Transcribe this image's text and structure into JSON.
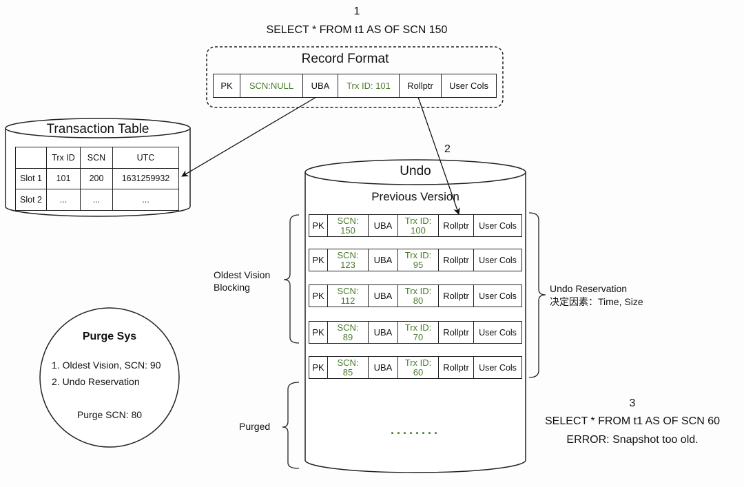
{
  "query1": {
    "step": "1",
    "sql": "SELECT * FROM t1 AS OF SCN 150"
  },
  "record_format": {
    "title": "Record Format",
    "fields": [
      "PK",
      "SCN:NULL",
      "UBA",
      "Trx ID: 101",
      "Rollptr",
      "User Cols"
    ]
  },
  "transaction_table": {
    "title": "Transaction Table",
    "headers": [
      "",
      "Trx ID",
      "SCN",
      "UTC"
    ],
    "rows": [
      [
        "Slot 1",
        "101",
        "200",
        "1631259932"
      ],
      [
        "Slot 2",
        "...",
        "...",
        "..."
      ]
    ]
  },
  "step2_label": "2",
  "undo": {
    "title": "Undo",
    "subtitle": "Previous Version",
    "versions": [
      {
        "pk": "PK",
        "scn_label": "SCN:",
        "scn": "150",
        "uba": "UBA",
        "trx_label": "Trx ID:",
        "trx": "100",
        "rollptr": "Rollptr",
        "user_cols": "User Cols"
      },
      {
        "pk": "PK",
        "scn_label": "SCN:",
        "scn": "123",
        "uba": "UBA",
        "trx_label": "Trx ID:",
        "trx": "95",
        "rollptr": "Rollptr",
        "user_cols": "User Cols"
      },
      {
        "pk": "PK",
        "scn_label": "SCN:",
        "scn": "112",
        "uba": "UBA",
        "trx_label": "Trx ID:",
        "trx": "80",
        "rollptr": "Rollptr",
        "user_cols": "User Cols"
      },
      {
        "pk": "PK",
        "scn_label": "SCN:",
        "scn": "89",
        "uba": "UBA",
        "trx_label": "Trx ID:",
        "trx": "70",
        "rollptr": "Rollptr",
        "user_cols": "User Cols"
      },
      {
        "pk": "PK",
        "scn_label": "SCN:",
        "scn": "85",
        "uba": "UBA",
        "trx_label": "Trx ID:",
        "trx": "60",
        "rollptr": "Rollptr",
        "user_cols": "User Cols"
      }
    ],
    "ellipsis": "........"
  },
  "labels": {
    "oldest_vision_line1": "Oldest Vision",
    "oldest_vision_line2": "Blocking",
    "purged": "Purged",
    "undo_reservation_line1": "Undo Reservation",
    "undo_reservation_line2": "决定因素：Time, Size"
  },
  "purge_sys": {
    "title": "Purge Sys",
    "items": [
      "1. Oldest Vision, SCN: 90",
      "2. Undo Reservation"
    ],
    "result": "Purge SCN: 80"
  },
  "query3": {
    "step": "3",
    "sql": "SELECT * FROM t1 AS OF SCN 60",
    "error": "ERROR: Snapshot too old."
  },
  "colors": {
    "green_text": "#4a7a2a",
    "line": "#222222"
  }
}
